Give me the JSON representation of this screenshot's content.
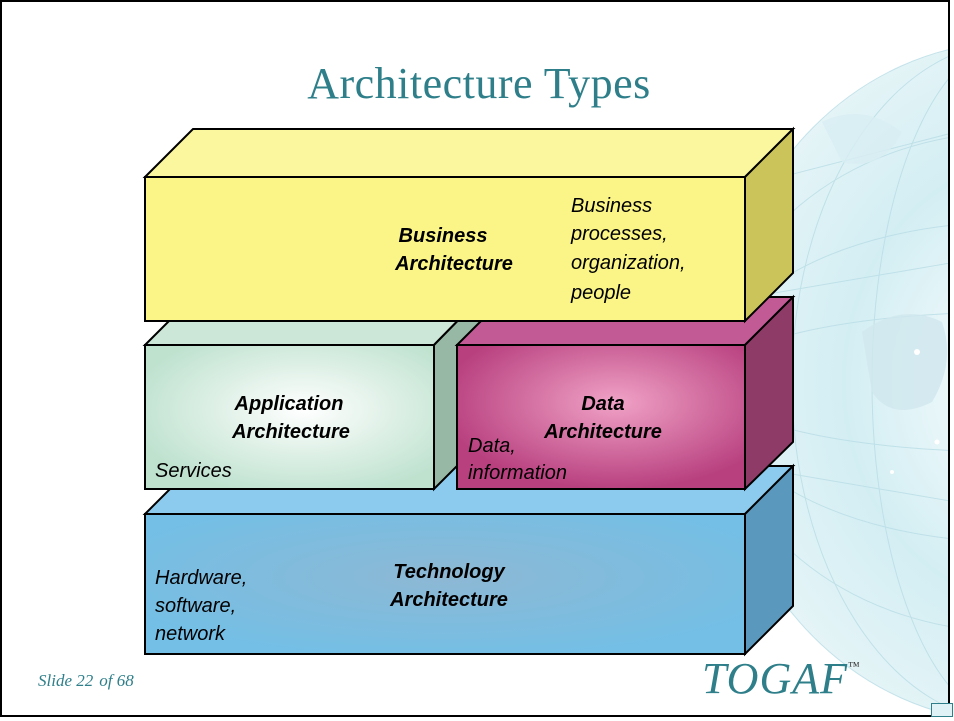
{
  "title": "Architecture Types",
  "layers": {
    "business": {
      "title_line1": "Business",
      "title_line2": "Architecture",
      "note": [
        "Business",
        "processes,",
        "organization,",
        "people"
      ]
    },
    "application": {
      "title_line1": "Application",
      "title_line2": "Architecture",
      "note": [
        "Services"
      ]
    },
    "data": {
      "title_line1": "Data",
      "title_line2": "Architecture",
      "note": [
        "Data,",
        "information"
      ]
    },
    "technology": {
      "title_line1": "Technology",
      "title_line2": "Architecture",
      "note": [
        "Hardware,",
        "software,",
        "network"
      ]
    }
  },
  "colors": {
    "business": "#faf586",
    "application": "#c8e6d6",
    "data": "#c2508e",
    "technology": "#73bfe6"
  },
  "footer": {
    "slide_label": "Slide 22",
    "of_label": "of 68",
    "logo_text": "TOGAF",
    "trademark": "™"
  }
}
